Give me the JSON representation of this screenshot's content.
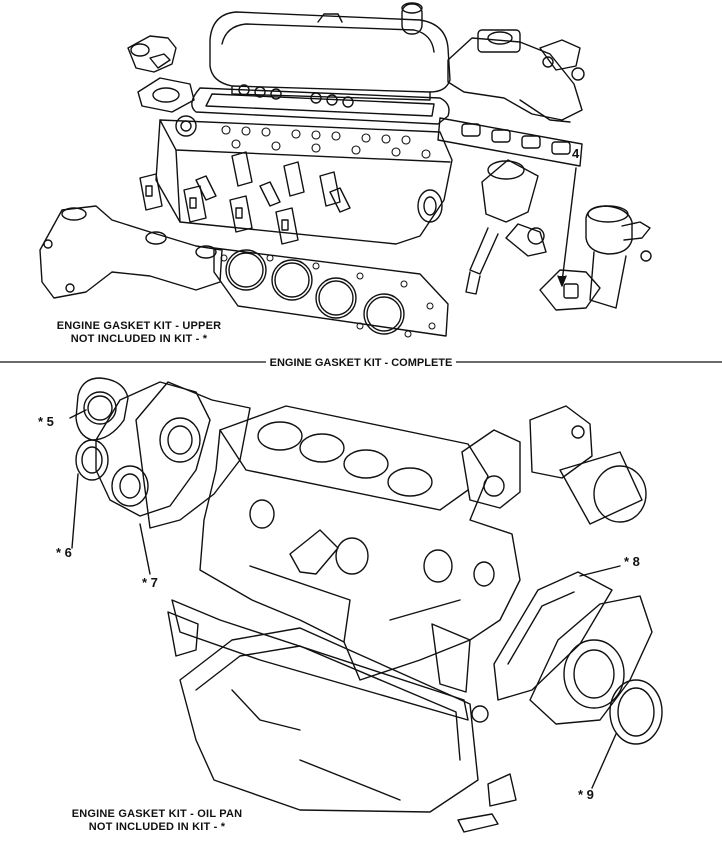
{
  "labels": {
    "upper_kit": "ENGINE GASKET KIT - UPPER",
    "upper_not_included": "NOT INCLUDED IN KIT - *",
    "complete_kit": "ENGINE GASKET KIT - COMPLETE",
    "oil_pan_kit": "ENGINE GASKET KIT - OIL PAN",
    "oil_pan_not_included": "NOT INCLUDED IN KIT - *"
  },
  "callouts": {
    "c4": "4",
    "c5": "* 5",
    "c6": "* 6",
    "c7": "* 7",
    "c8": "* 8",
    "c9": "* 9"
  },
  "colors": {
    "ink": "#111111",
    "paper": "#ffffff"
  }
}
